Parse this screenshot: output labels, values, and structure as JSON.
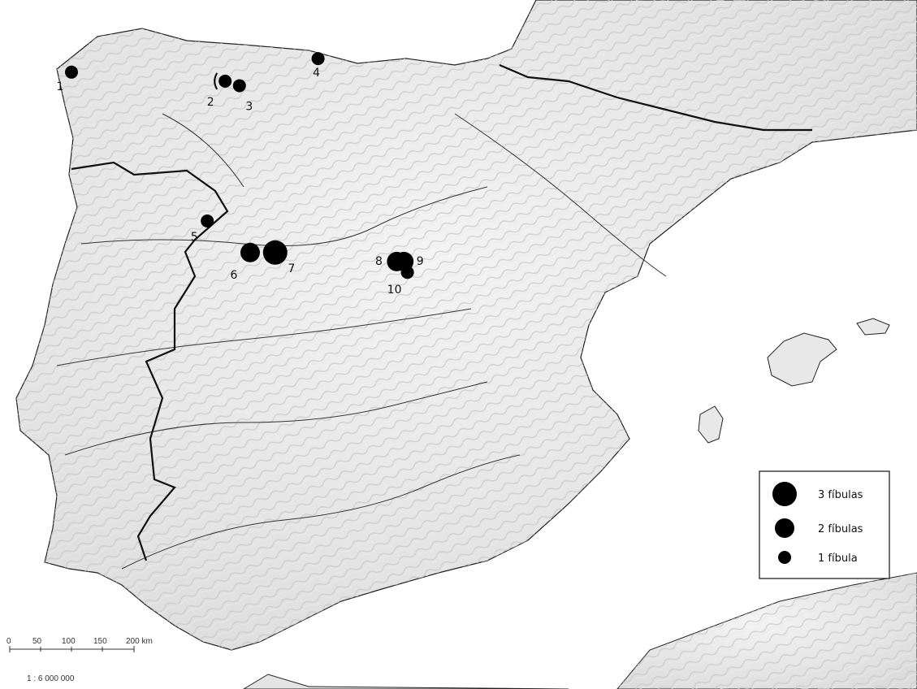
{
  "map": {
    "sites": [
      {
        "label": "1",
        "fibulas": 1,
        "lon": -8.3,
        "lat": 43.0
      },
      {
        "label": "2",
        "fibulas": 1,
        "lon": -6.15,
        "lat": 42.9
      },
      {
        "label": "3",
        "fibulas": 1,
        "lon": -5.95,
        "lat": 42.85
      },
      {
        "label": "4",
        "fibulas": 1,
        "lon": -4.85,
        "lat": 43.15
      },
      {
        "label": "5",
        "fibulas": 1,
        "lon": -6.4,
        "lat": 41.35
      },
      {
        "label": "6",
        "fibulas": 2,
        "lon": -5.8,
        "lat": 41.0
      },
      {
        "label": "7",
        "fibulas": 3,
        "lon": -5.45,
        "lat": 41.0
      },
      {
        "label": "8",
        "fibulas": 2,
        "lon": -3.75,
        "lat": 40.9
      },
      {
        "label": "9",
        "fibulas": 2,
        "lon": -3.65,
        "lat": 40.9
      },
      {
        "label": "10",
        "fibulas": 1,
        "lon": -3.6,
        "lat": 40.78
      }
    ],
    "legend": [
      {
        "fibulas": 3,
        "label": "3 fíbulas"
      },
      {
        "fibulas": 2,
        "label": "2 fíbulas"
      },
      {
        "fibulas": 1,
        "label": "1 fíbula"
      }
    ],
    "scale_bar": {
      "ticks": [
        "0",
        "50",
        "100",
        "150",
        "200 km"
      ],
      "ratio": "1 : 6 000 000"
    }
  }
}
